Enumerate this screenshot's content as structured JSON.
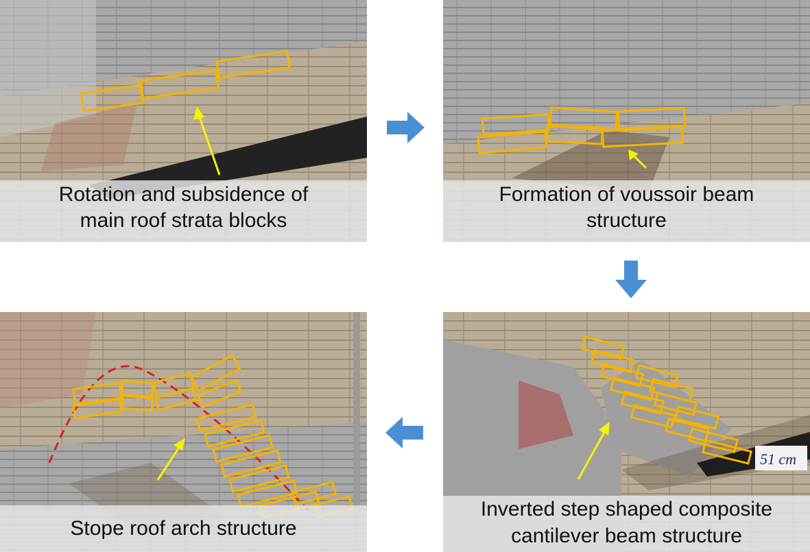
{
  "panels": {
    "top_left": {
      "caption": [
        "Rotation and subsidence of",
        "main roof strata blocks"
      ]
    },
    "top_right": {
      "caption": [
        "Formation of voussoir beam",
        "structure"
      ],
      "background_label": "250204"
    },
    "bottom_right": {
      "caption": [
        "Inverted step shaped composite",
        "cantilever beam structure"
      ],
      "scale_label": "51 cm"
    },
    "bottom_left": {
      "caption": [
        "Stope roof arch structure"
      ]
    }
  },
  "colors": {
    "block_outline": "#F5B400",
    "pointer_arrow": "#F6F200",
    "arch_curve": "#E02020",
    "flow_arrow": "#4A8FD4"
  },
  "flow_arrows": [
    "right",
    "down",
    "left"
  ]
}
